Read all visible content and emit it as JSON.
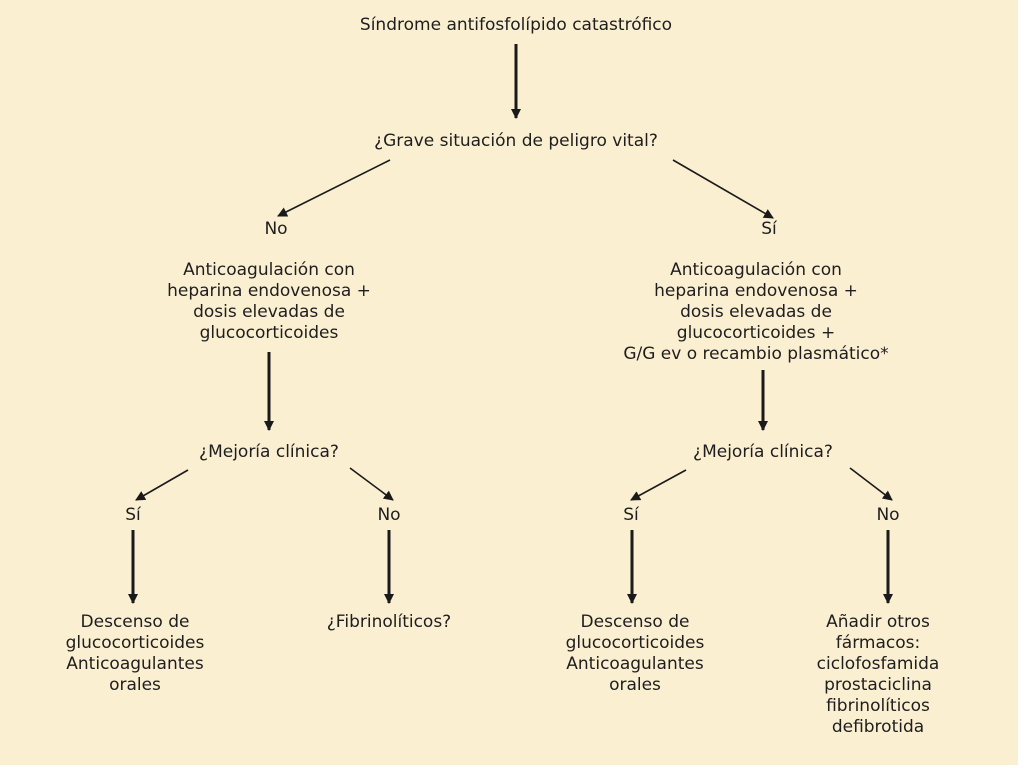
{
  "diagram": {
    "colors": {
      "background": "#fbefd2",
      "text": "#1e1e1e",
      "arrow": "#1a1a1a"
    },
    "nodes": {
      "title": "Síndrome antifosfolípido catastrófico",
      "q_grave": "¿Grave situación de peligro vital?",
      "ans_no_top": "No",
      "ans_si_top": "Sí",
      "treat_left": "Anticoagulación con\nheparina endovenosa +\ndosis elevadas de\nglucocorticoides",
      "treat_right": "Anticoagulación con\nheparina endovenosa +\ndosis elevadas de\nglucocorticoides +\nG/G ev o recambio plasmático*",
      "q_mejora_left": "¿Mejoría clínica?",
      "q_mejora_right": "¿Mejoría clínica?",
      "ans_si_ll": "Sí",
      "ans_no_lr": "No",
      "ans_si_rl": "Sí",
      "ans_no_rr": "No",
      "out_ll": "Descenso de\nglucocorticoides\nAnticoagulantes\norales",
      "out_lr": "¿Fibrinolíticos?",
      "out_rl": "Descenso de\nglucocorticoides\nAnticoagulantes\norales",
      "out_rr": "Añadir otros\nfármacos:\nciclofosfamida\nprostaciclina\nfibrinolíticos\ndefibrotida"
    },
    "edges": [
      {
        "from": "title",
        "to": "q_grave"
      },
      {
        "from": "q_grave",
        "to": "ans_no_top"
      },
      {
        "from": "q_grave",
        "to": "ans_si_top"
      },
      {
        "from": "treat_left",
        "to": "q_mejora_left"
      },
      {
        "from": "treat_right",
        "to": "q_mejora_right"
      },
      {
        "from": "q_mejora_left",
        "to": "ans_si_ll"
      },
      {
        "from": "q_mejora_left",
        "to": "ans_no_lr"
      },
      {
        "from": "q_mejora_right",
        "to": "ans_si_rl"
      },
      {
        "from": "q_mejora_right",
        "to": "ans_no_rr"
      },
      {
        "from": "ans_si_ll",
        "to": "out_ll"
      },
      {
        "from": "ans_no_lr",
        "to": "out_lr"
      },
      {
        "from": "ans_si_rl",
        "to": "out_rl"
      },
      {
        "from": "ans_no_rr",
        "to": "out_rr"
      }
    ]
  }
}
